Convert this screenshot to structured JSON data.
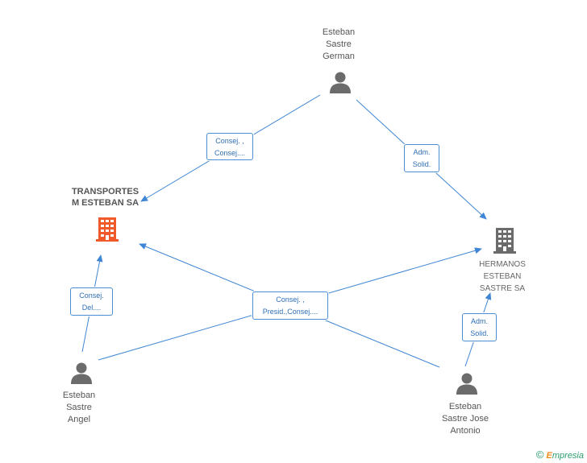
{
  "nodes": {
    "german": {
      "lines": [
        "Esteban",
        "Sastre",
        "German"
      ]
    },
    "transportes": {
      "lines": [
        "TRANSPORTES",
        "M ESTEBAN SA"
      ]
    },
    "hermanos": {
      "lines": [
        "HERMANOS",
        "ESTEBAN",
        "SASTRE SA"
      ]
    },
    "angel": {
      "lines": [
        "Esteban",
        "Sastre",
        "Angel"
      ]
    },
    "jose": {
      "lines": [
        "Esteban",
        "Sastre Jose",
        "Antonio"
      ]
    }
  },
  "edges": {
    "german_transportes": {
      "lines": [
        "Consej. ,",
        "Consej...."
      ]
    },
    "german_hermanos": {
      "lines": [
        "Adm.",
        "Solid."
      ]
    },
    "angel_transportes": {
      "lines": [
        "Consej.",
        "Del...."
      ]
    },
    "center": {
      "lines": [
        "Consej. ,",
        "Presid.,Consej...."
      ]
    },
    "jose_hermanos": {
      "lines": [
        "Adm.",
        "Solid."
      ]
    }
  },
  "colors": {
    "edge_line": "#3f86d4",
    "edge_text": "#2f6fb5",
    "person_icon": "#6b6b6b",
    "company_highlight": "#f0592a",
    "company_gray": "#6b6b6b"
  },
  "footer": {
    "copyright": "©",
    "brand_first": "E",
    "brand_rest": "mpresia"
  }
}
